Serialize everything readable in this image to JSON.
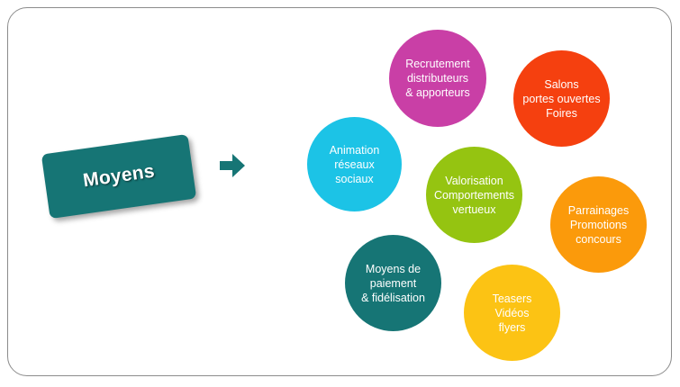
{
  "main_label": "Moyens",
  "circles": [
    {
      "key": "recrutement",
      "text": "Recrutement\ndistributeurs\n& apporteurs",
      "color": "#c93fa6"
    },
    {
      "key": "salons",
      "text": "Salons\nportes ouvertes\nFoires",
      "color": "#f5400f"
    },
    {
      "key": "animation",
      "text": "Animation\nréseaux\nsociaux",
      "color": "#1cc3e6"
    },
    {
      "key": "valorisation",
      "text": "Valorisation\nComportements\nvertueux",
      "color": "#95c411"
    },
    {
      "key": "parrainages",
      "text": "Parrainages\nPromotions\nconcours",
      "color": "#fb9a0b"
    },
    {
      "key": "moyens_paiement",
      "text": "Moyens de\npaiement\n& fidélisation",
      "color": "#167575"
    },
    {
      "key": "teasers",
      "text": "Teasers\nVidéos\nflyers",
      "color": "#fcc314"
    }
  ],
  "colors": {
    "label_box": "#167575",
    "arrow": "#167575",
    "frame_border": "#8c8c8c"
  }
}
